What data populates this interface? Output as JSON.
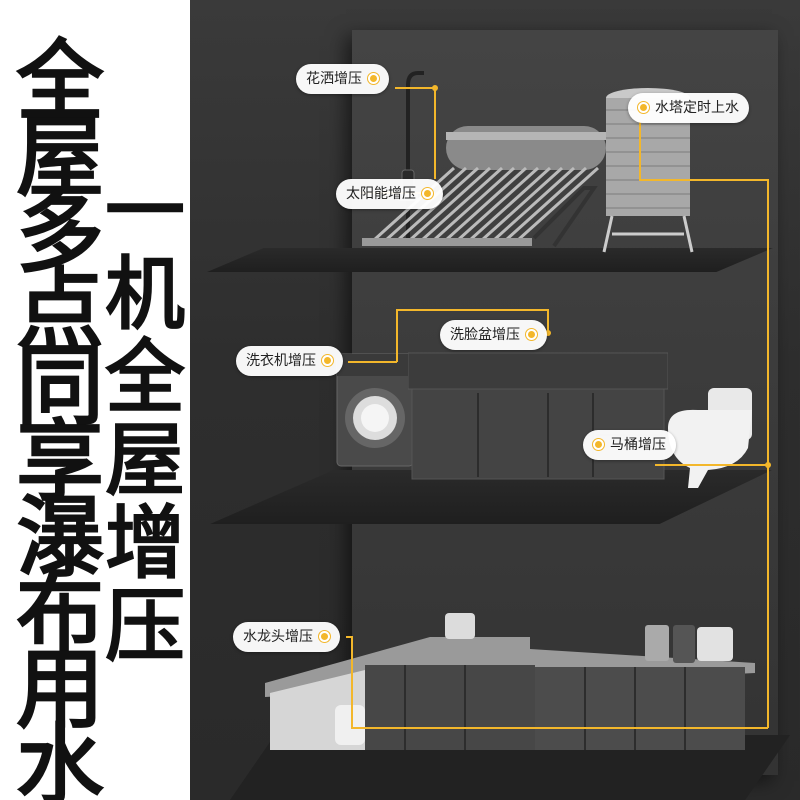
{
  "headline": {
    "left_column": "全屋多点同享瀑布用水",
    "middle_column": "一机全屋增压"
  },
  "callouts": {
    "shower": "花洒增压",
    "water_tower": "水塔定时上水",
    "solar": "太阳能增压",
    "basin": "洗脸盆增压",
    "washer": "洗衣机增压",
    "toilet": "马桶增压",
    "faucet": "水龙头增压"
  },
  "colors": {
    "accent_line": "#f3b72b",
    "background": "#333333",
    "headline_text": "#111111"
  }
}
